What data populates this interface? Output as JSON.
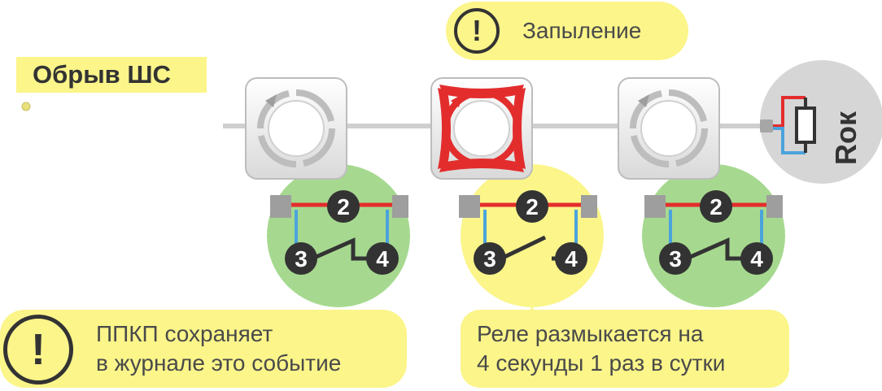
{
  "header": {
    "title": "Обрыв ШС"
  },
  "alerts": {
    "dusting": "Запыление"
  },
  "callouts": {
    "log_line1": "ППКП сохраняет",
    "log_line2": "в журнале это событие",
    "relay_line1": "Реле размыкается на",
    "relay_line2": "4 секунды 1 раз в сутки"
  },
  "terminator": {
    "label": "Rок"
  },
  "terminals": {
    "t2": "2",
    "t3": "3",
    "t4": "4"
  },
  "icons": {
    "exclamation": "!"
  },
  "colors": {
    "bubble": "#fbf58a",
    "green": "#a6d98f",
    "yellow": "#fbf58a",
    "red": "#e32d2d",
    "blue": "#4ba3dc",
    "dark": "#333333",
    "gray": "#bfbfbf"
  }
}
